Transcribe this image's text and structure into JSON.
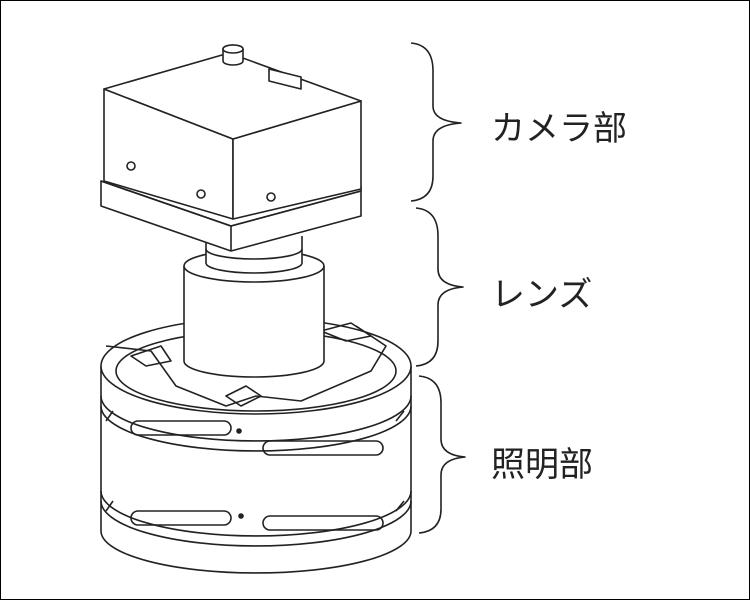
{
  "labels": {
    "camera": "カメラ部",
    "lens": "レンズ",
    "illumination": "照明部"
  }
}
